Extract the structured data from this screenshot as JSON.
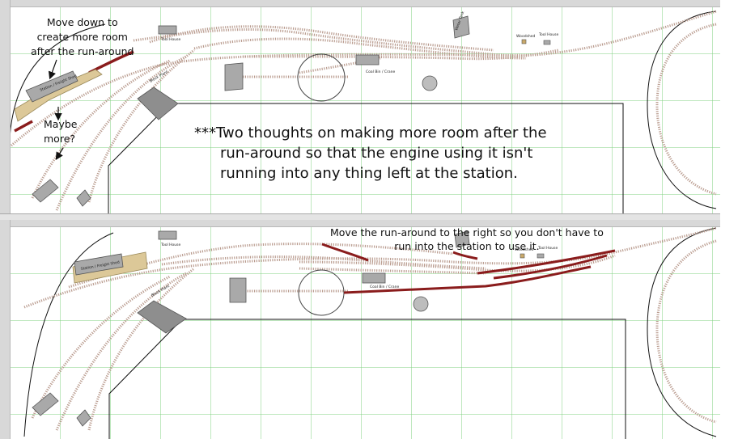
{
  "top_panel": {
    "note_move_down": [
      "Move down to",
      "create more room",
      "after the run-around"
    ],
    "note_maybe": [
      "Maybe",
      "more?"
    ],
    "note_main": [
      "***Two thoughts on making more room after the",
      "run-around so that the engine using it isn't",
      "running into any thing left at the station."
    ]
  },
  "bottom_panel": {
    "note_move_right": [
      "Move the run-around to the right so you don't have to",
      "run into the station to use it."
    ]
  },
  "building_labels": {
    "station": "Station / Freight Shed",
    "tool_house_left": "Tool House",
    "tool_house_right": "Tool House",
    "coal_bin": "Coal Bin / Crane",
    "block_plant": "Block Plant",
    "woodshed": "Woodshed",
    "water_tank": "Water Tank"
  },
  "colors": {
    "track": "#b99b8e",
    "highlight_track": "#8a1c1c",
    "grid": "#7fd07f",
    "platform": "#dcc898",
    "building": "#a9a9a9"
  }
}
